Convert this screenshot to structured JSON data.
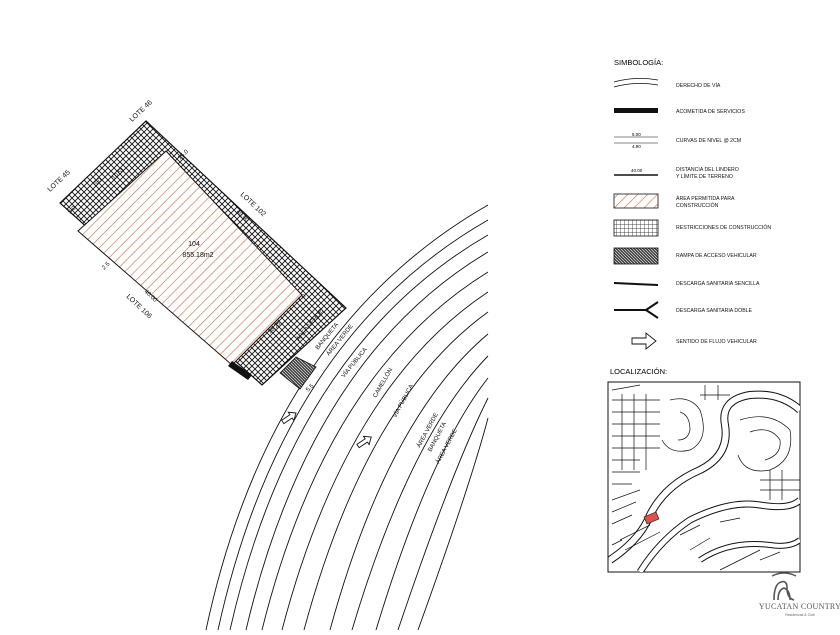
{
  "plan": {
    "lot_id": "104",
    "lot_area": "855.18m2",
    "neighbors": [
      "LOTE 46",
      "LOTE 45",
      "LOTE 102",
      "LOTE 106"
    ],
    "dims": {
      "left_side": "5.0",
      "side_a": "3.0",
      "top_a": "15.0",
      "top_b": "10.51",
      "right_len": "40.00",
      "left_len": "40.00",
      "bot_len": "18.25",
      "right_edge": "7.0",
      "bot_edge": "2.5",
      "ramp": "5.5"
    },
    "streets": {
      "area_verde_1": "ÁREA VERDE",
      "banqueta_1": "BANQUETA",
      "area_verde_2": "ÁREA VERDE",
      "via_publica_1": "VÍA PÚBLICA",
      "camellon": "CAMELLÓN",
      "via_publica_2": "VÍA PÚBLICA",
      "area_verde_3": "ÁREA VERDE",
      "banqueta_2": "BANQUETA",
      "area_verde_4": "ÁREA VERDE"
    }
  },
  "legend": {
    "title": "SIMBOLOGÍA:",
    "items": [
      {
        "icon": "right-of-way-icon",
        "label": "DERECHO DE VÍA"
      },
      {
        "icon": "service-connection-icon",
        "label": "ACOMETIDA DE SERVICIOS"
      },
      {
        "icon": "contour-lines-icon",
        "label": "CURVAS DE NIVEL @ 2CM",
        "v1": "5.00",
        "v2": "4.90"
      },
      {
        "icon": "boundary-line-icon",
        "label": "DISTANCIA DEL LINDERO",
        "label2": "Y LÍMITE DE TERRENO",
        "v1": "40.00"
      },
      {
        "icon": "buildable-area-icon",
        "label": "ÁREA PERMITIDA PARA",
        "label2": "CONSTRUCCIÓN"
      },
      {
        "icon": "restriction-icon",
        "label": "RESTRICCIONES DE CONSTRUCCIÓN"
      },
      {
        "icon": "ramp-icon",
        "label": "RAMPA DE ACCESO VEHICULAR"
      },
      {
        "icon": "single-drain-icon",
        "label": "DESCARGA SANITARIA SENCILLA"
      },
      {
        "icon": "double-drain-icon",
        "label": "DESCARGA SANITARIA DOBLE"
      },
      {
        "icon": "traffic-arrow-icon",
        "label": "SENTIDO DE FLUJO VEHICULAR"
      }
    ]
  },
  "location": {
    "title": "LOCALIZACIÓN:"
  },
  "brand": {
    "name": "YUCATAN COUNTRY",
    "tagline": "Residencial & Club"
  },
  "colors": {
    "hatch": "#c9754a",
    "highlight": "#d9534f",
    "ink": "#111111"
  }
}
